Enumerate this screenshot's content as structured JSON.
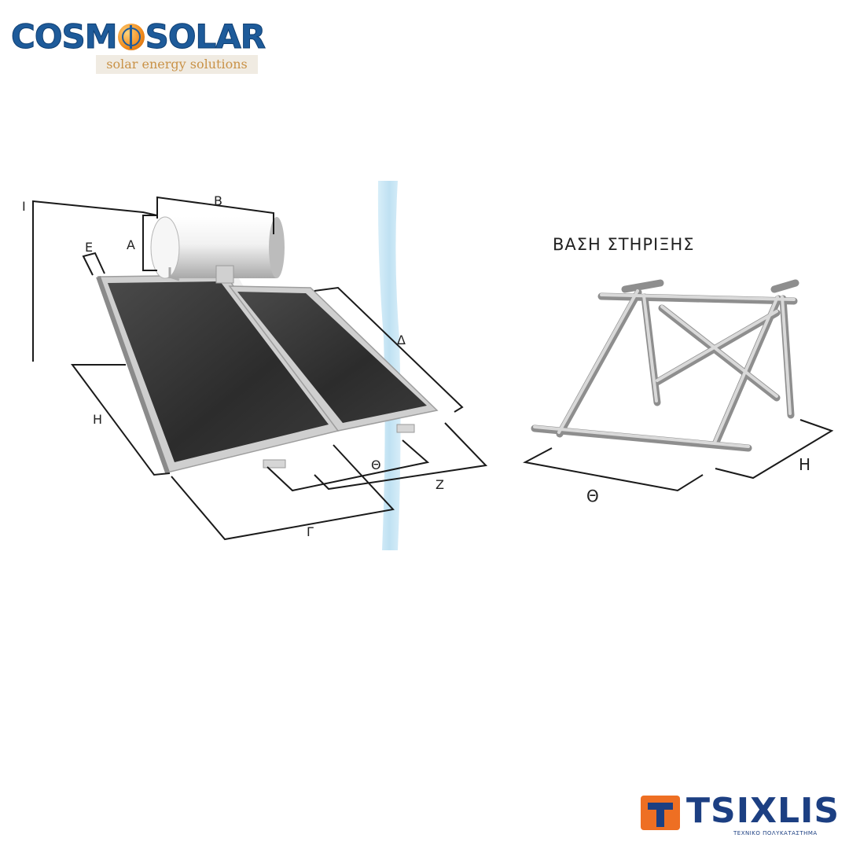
{
  "brand": {
    "cosmo_part1": "COSM",
    "cosmo_part2": "SOLAR",
    "tagline": "solar energy solutions",
    "tsixlis_name": "TSIXLIS",
    "tsixlis_subtitle": "ΤΕΧΝΙΚΟ ΠΟΛΥΚΑΤΑΣΤΗΜΑ"
  },
  "diagram": {
    "system_labels": {
      "a": "Α",
      "b": "Β",
      "g": "Γ",
      "d": "Δ",
      "e": "Ε",
      "z": "Ζ",
      "h": "Η",
      "th": "Θ",
      "i": "Ι"
    },
    "base": {
      "title": "ΒΑΣΗ ΣΤΗΡΙΞΗΣ",
      "label_h": "Η",
      "label_th": "Θ"
    }
  },
  "colors": {
    "cosmo_blue": "#1e5b9a",
    "cosmo_orange": "#f08a1c",
    "tsixlis_orange": "#ee6f23",
    "tsixlis_blue": "#1c3f82",
    "wall_blue": "#bfe1f2",
    "panel_dark": "#2e2e2e",
    "frame_grey": "#c8c8c8"
  }
}
